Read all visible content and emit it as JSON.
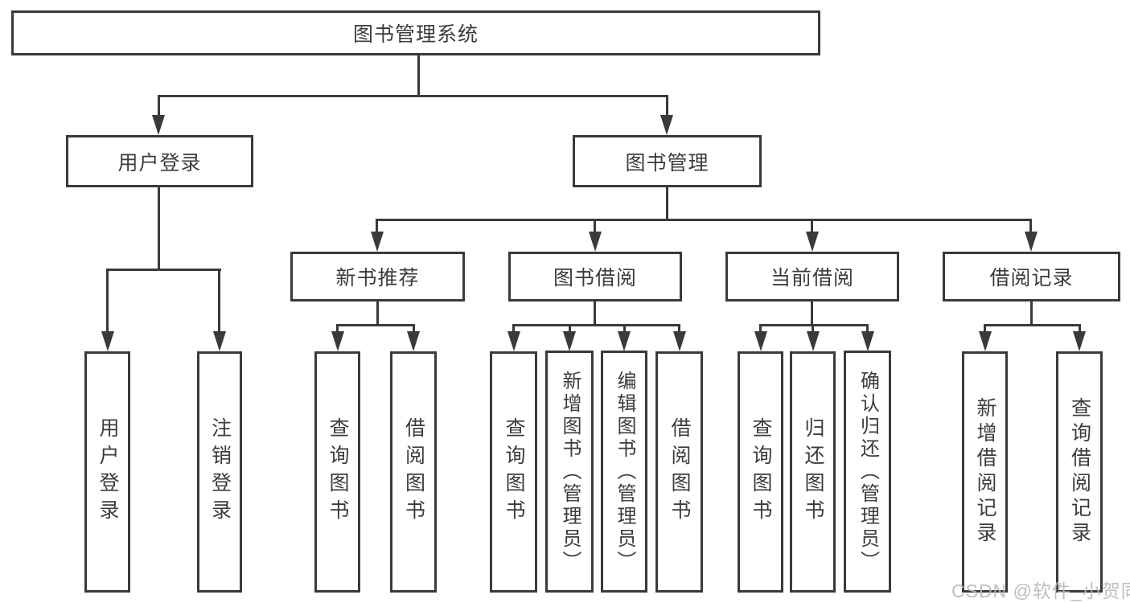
{
  "nodes": {
    "root": "图书管理系统",
    "user_login": "用户登录",
    "book_management": "图书管理",
    "new_book_recommend": "新书推荐",
    "book_borrow": "图书借阅",
    "current_borrow": "当前借阅",
    "borrow_records": "借阅记录",
    "user_login_leaf": "用户登录",
    "logout_leaf": "注销登录",
    "query_books_a": "查询图书",
    "borrow_books_a": "借阅图书",
    "query_books_b": "查询图书",
    "add_books_admin": "新增图书（管理员）",
    "edit_books_admin": "编辑图书（管理员）",
    "borrow_books_b": "借阅图书",
    "query_books_c": "查询图书",
    "return_books": "归还图书",
    "confirm_return_admin": "确认归还（管理员）",
    "add_borrow_record": "新增借阅记录",
    "query_borrow_record": "查询借阅记录"
  },
  "structure": {
    "图书管理系统": {
      "用户登录": [
        "用户登录",
        "注销登录"
      ],
      "图书管理": {
        "新书推荐": [
          "查询图书",
          "借阅图书"
        ],
        "图书借阅": [
          "查询图书",
          "新增图书（管理员）",
          "编辑图书（管理员）",
          "借阅图书"
        ],
        "当前借阅": [
          "查询图书",
          "归还图书",
          "确认归还（管理员）"
        ],
        "借阅记录": [
          "新增借阅记录",
          "查询借阅记录"
        ]
      }
    }
  },
  "watermark": "CSDN @软件_小贺同学",
  "colors": {
    "line": "#3a3a3a",
    "text": "#3c3c3c",
    "watermark": "#b9b9b9",
    "background": "#ffffff"
  }
}
